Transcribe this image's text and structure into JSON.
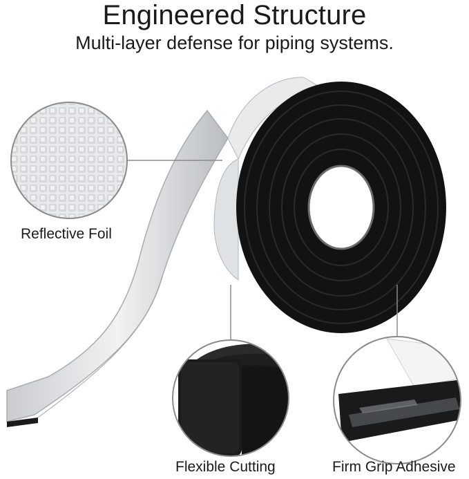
{
  "header": {
    "title": "Engineered Structure",
    "subtitle": "Multi-layer defense for piping systems."
  },
  "callouts": {
    "foil_label": "Reflective Foil",
    "cutting_label": "Flexible Cutting",
    "adhesive_label": "Firm Grip Adhesive"
  },
  "icons": {
    "foil_detail": "reflective-foil-closeup-icon",
    "cutting_detail": "foam-layers-closeup-icon",
    "adhesive_detail": "adhesive-backing-closeup-icon",
    "product": "foam-tape-roll-icon"
  },
  "colors": {
    "foam": "#111111",
    "foil": "#d9dcdf",
    "outline": "#8a8a8a"
  }
}
